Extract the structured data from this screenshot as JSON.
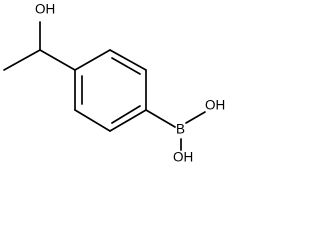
{
  "molecule": {
    "atoms": {
      "hydroxyl_top": "OH",
      "boron": "B",
      "boron_oh_upper": "OH",
      "boron_oh_lower": "OH"
    }
  },
  "colors": {
    "bond": "#000000",
    "label": "#000000",
    "background": "#ffffff"
  }
}
